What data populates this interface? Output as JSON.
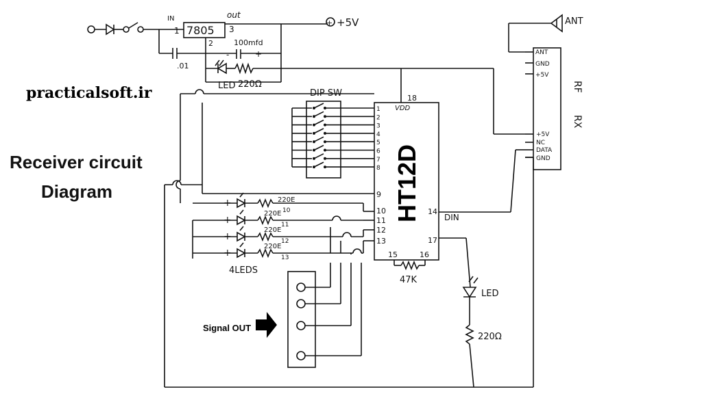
{
  "watermark": "practicalsoft.ir",
  "title": {
    "line1": "Receiver circuit",
    "line2": "Diagram"
  },
  "regulator": {
    "name": "7805",
    "in_label": "IN",
    "out_label": "out",
    "pin1": "1",
    "pin2": "2",
    "pin3": "3"
  },
  "supply": {
    "plus5v": "+5V",
    "plus_symbol": "+"
  },
  "capacitors": {
    "small": ".01",
    "large": "100mfd",
    "minus": "-",
    "plus": "+"
  },
  "power_led": {
    "label": "LED",
    "resistor": "220Ω"
  },
  "dip": {
    "label": "DIP SW",
    "pins": [
      "1",
      "2",
      "3",
      "4",
      "5",
      "6",
      "7",
      "8"
    ]
  },
  "ic": {
    "name": "HT12D",
    "vdd": "VDD",
    "pin18": "18",
    "pin9": "9",
    "pin10": "10",
    "pin11": "11",
    "pin12": "12",
    "pin13": "13",
    "pin14": "14",
    "pin15": "15",
    "pin16": "16",
    "pin17": "17",
    "din": "DIN"
  },
  "osc_resistor": "47K",
  "leds": {
    "rows": [
      {
        "resistor": "220E",
        "num": "10"
      },
      {
        "resistor": "220E",
        "num": "11"
      },
      {
        "resistor": "220E",
        "num": "12"
      },
      {
        "resistor": "220E",
        "num": "13"
      }
    ],
    "plus": "+",
    "group_label": "4LEDS"
  },
  "signal_out": "Signal OUT",
  "vt_led": {
    "label": "LED",
    "resistor": "220Ω"
  },
  "rf": {
    "title1": "RF",
    "title2": "RX",
    "pins_top": [
      "ANT",
      "GND",
      "+5V"
    ],
    "pins_bottom": [
      "+5V",
      "NC",
      "DATA",
      "GND"
    ],
    "antenna": "ANT"
  }
}
